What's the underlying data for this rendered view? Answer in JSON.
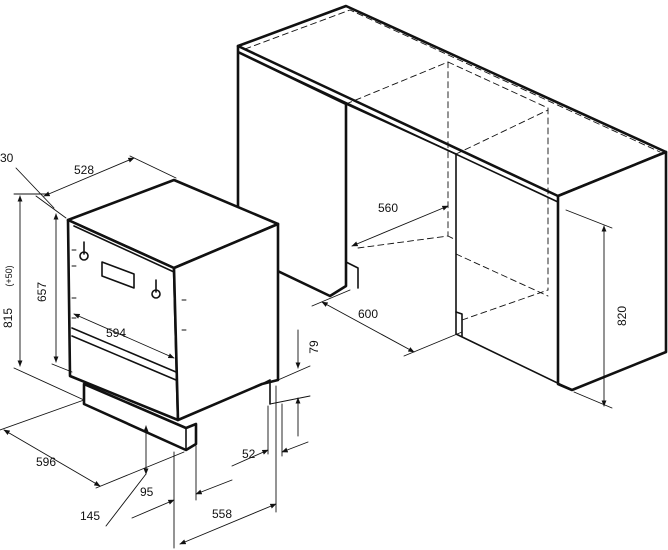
{
  "dimensions": {
    "d30": "30",
    "d528": "528",
    "d815": "815",
    "d815_extra": "(+50)",
    "d657": "657",
    "d594": "594",
    "d596": "596",
    "d79": "79",
    "d52": "52",
    "d95": "95",
    "d145": "145",
    "d558": "558",
    "d560": "560",
    "d600": "600",
    "d820": "820"
  }
}
